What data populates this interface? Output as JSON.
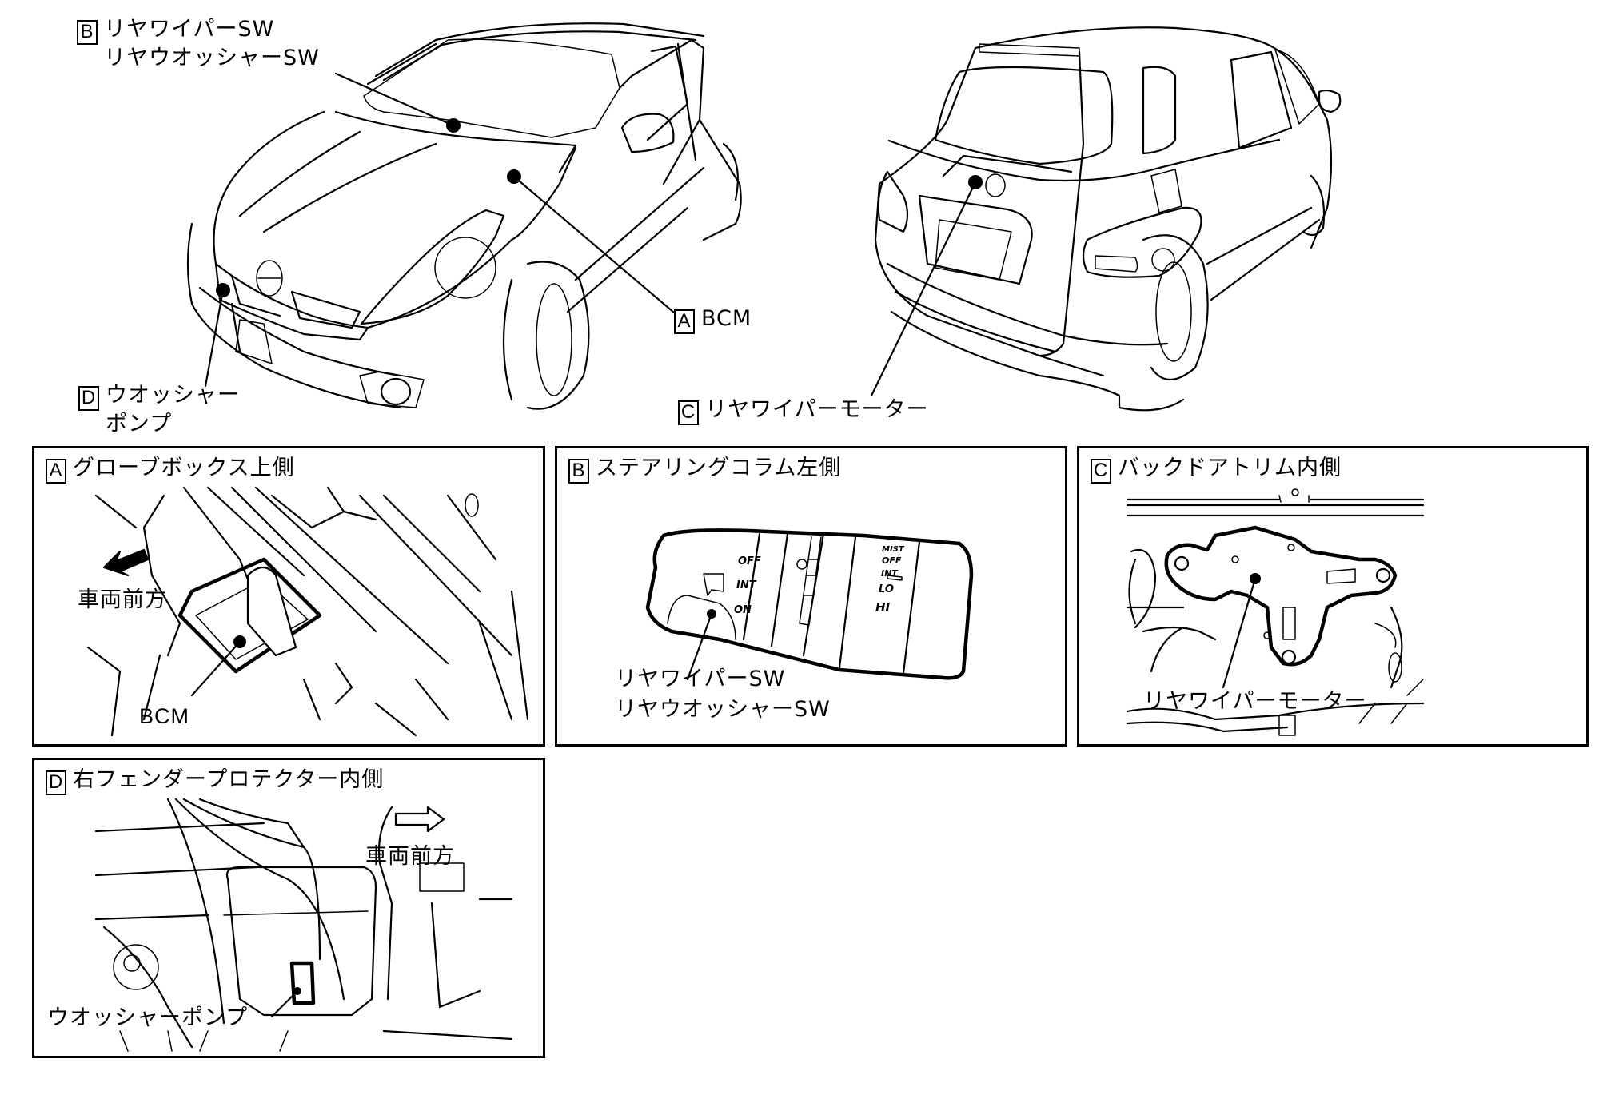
{
  "overview": {
    "callouts": [
      {
        "key": "B",
        "lines": [
          "リヤワイパーSW",
          "リヤウオッシャーSW"
        ]
      },
      {
        "key": "A",
        "lines": [
          "BCM"
        ]
      },
      {
        "key": "D",
        "lines": [
          "ウオッシャー",
          "ポンプ"
        ]
      },
      {
        "key": "C",
        "lines": [
          "リヤワイパーモーター"
        ]
      }
    ]
  },
  "panels": [
    {
      "key": "A",
      "title": "グローブボックス上側",
      "labels": {
        "direction": "車両前方",
        "component": "BCM"
      }
    },
    {
      "key": "B",
      "title": "ステアリングコラム左側",
      "labels": {
        "component_line1": "リヤワイパーSW",
        "component_line2": "リヤウオッシャーSW"
      },
      "stalk_positions_rear": [
        "OFF",
        "INT",
        "ON"
      ],
      "stalk_positions_front": [
        "MIST",
        "OFF",
        "INT",
        "LO",
        "HI"
      ]
    },
    {
      "key": "C",
      "title": "バックドアトリム内側",
      "labels": {
        "component": "リヤワイパーモーター"
      }
    },
    {
      "key": "D",
      "title": "右フェンダープロテクター内側",
      "labels": {
        "direction": "車両前方",
        "component": "ウオッシャーポンプ"
      }
    }
  ]
}
